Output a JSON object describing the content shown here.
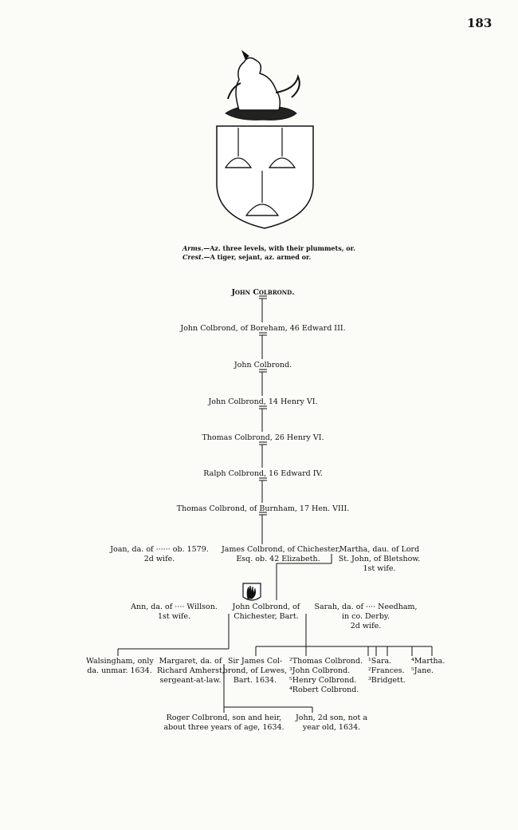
{
  "page_number": "183",
  "arms": {
    "arms_label": "Arms.",
    "arms_text": "—Az. three levels, with their plummets, or.",
    "crest_label": "Crest.",
    "crest_text": "—A tiger, sejant, az. armed or."
  },
  "lineage": [
    "John Colbrond.",
    "John Colbrond, of Boreham, 46 Edward III.",
    "John Colbrond.",
    "John Colbrond, 14 Henry VI.",
    "Thomas Colbrond, 26 Henry VI.",
    "Ralph Colbrond, 16 Edward IV.",
    "Thomas Colbrond, of Burnham, 17 Hen. VIII."
  ],
  "james_generation": {
    "joan": [
      "Joan, da. of ······ ob. 1579.",
      "2d wife."
    ],
    "james": [
      "James Colbrond, of Chichester,",
      "Esq. ob. 42 Elizabeth."
    ],
    "martha": [
      "Martha, dau. of Lord",
      "St. John, of Bletshow.",
      "1st wife."
    ]
  },
  "john_generation": {
    "ann": [
      "Ann, da. of ···· Willson.",
      "1st wife."
    ],
    "john": [
      "John Colbrond, of",
      "Chichester, Bart."
    ],
    "sarah": [
      "Sarah, da. of ···· Needham,",
      "in co. Derby.",
      "2d wife."
    ]
  },
  "children": {
    "walsingham": [
      "Walsingham, only",
      "da. unmar. 1634."
    ],
    "margaret": [
      "Margaret, da. of",
      "Richard Amherst,",
      "sergeant-at-law."
    ],
    "sir_james": [
      "Sir James Col-",
      "brond, of Lewes,",
      "Bart. 1634."
    ],
    "sons": [
      "²Thomas Colbrond.",
      "³John Colbrond.",
      "⁵Henry Colbrond.",
      "⁴Robert Colbrond."
    ],
    "daughters_a": [
      "¹Sara.",
      "²Frances.",
      "³Bridgett."
    ],
    "daughters_b": [
      "⁴Martha.",
      "⁵Jane."
    ]
  },
  "grandchildren": {
    "roger": [
      "Roger Colbrond, son and heir,",
      "about three years of age, 1634."
    ],
    "john2": [
      "John, 2d son, not a",
      "year old, 1634."
    ]
  }
}
